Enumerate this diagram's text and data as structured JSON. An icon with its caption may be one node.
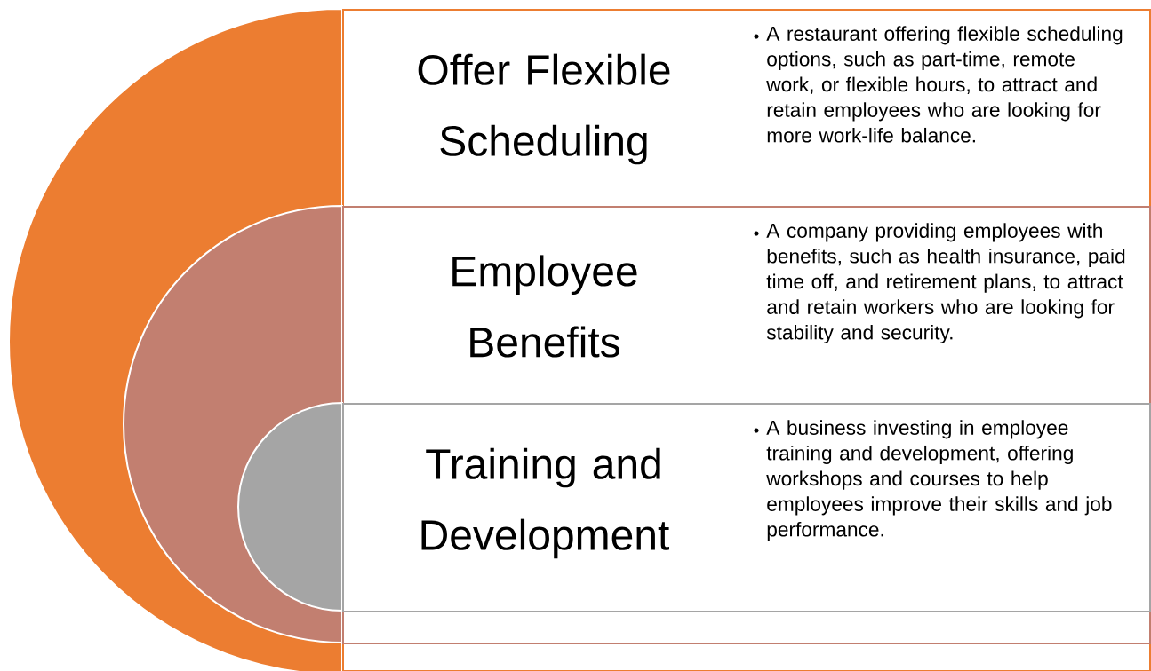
{
  "diagram": {
    "nodes": [
      {
        "text": [
          "Offer Flexible Scheduling",
          "A restaurant offering flexible scheduling options, such as part-time, remote work, or flexible hours, to attract and retain employees who are looking for more work-life balance."
        ]
      },
      {
        "text": [
          "Employee Benefits",
          "A company providing employees with benefits, such as health insurance, paid time off, and retirement plans, to attract and retain workers who are looking for stability and security."
        ],
        "in": 0
      },
      {
        "text": [
          "Training and Development",
          "A business investing in employee training and development, offering workshops and courses to help employees improve their skills and job performance."
        ],
        "in": 1
      }
    ]
  }
}
